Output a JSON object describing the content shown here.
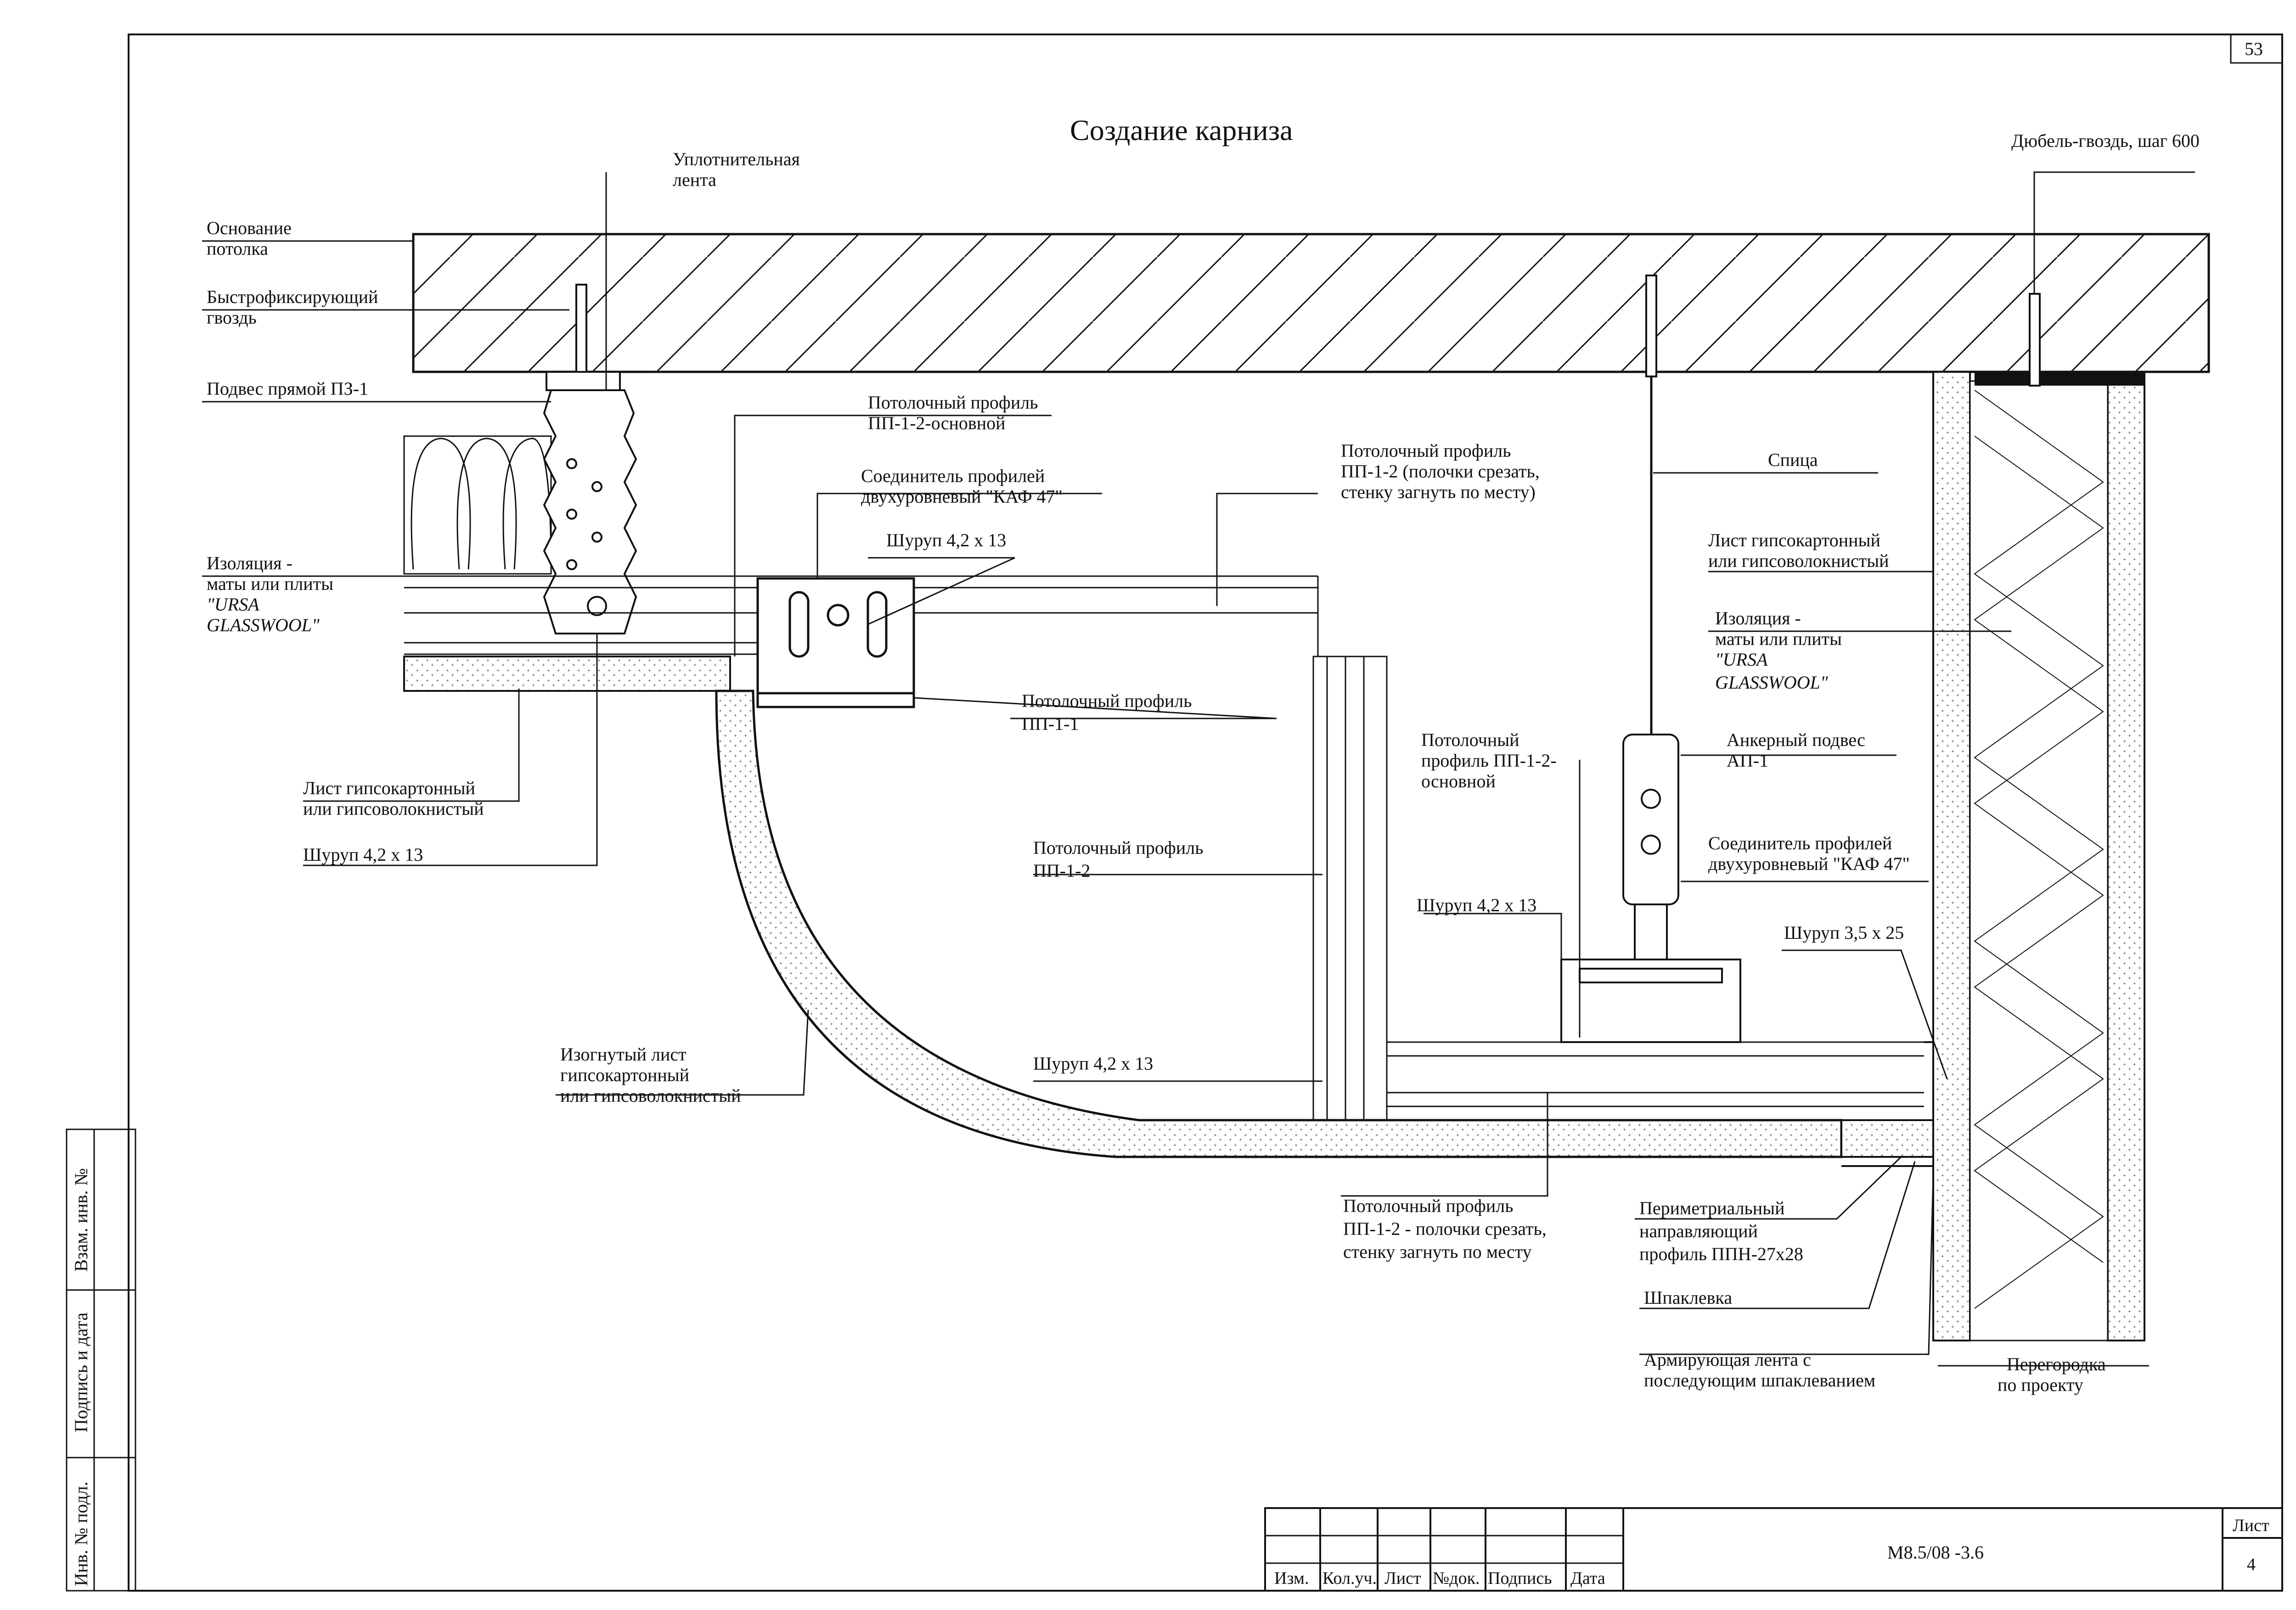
{
  "sheet_number_top": "53",
  "title": "Создание карниза",
  "labels": {
    "seal_tape": [
      "Уплотнительная",
      "лента"
    ],
    "ceiling_base": [
      "Основание",
      "потолка"
    ],
    "quick_nail": [
      "Быстрофиксирующий",
      "гвоздь"
    ],
    "hanger_p3": "Подвес прямой ПЗ-1",
    "insulation_left": [
      "Изоляция -",
      "маты или плиты",
      "\"URSA",
      "GLASSWOOL\""
    ],
    "gypsum_left": [
      "Лист гипсокартонный",
      "или гипсоволокнистый"
    ],
    "screw_left": "Шуруп 4,2 х 13",
    "profile_main_top": [
      "Потолочный профиль",
      "ПП-1-2-основной"
    ],
    "connector_top": [
      "Соединитель профилей",
      "двухуровневый \"КАФ 47\""
    ],
    "screw_connector": "Шуруп 4,2 х 13",
    "profile_cut_top": [
      "Потолочный профиль",
      "ПП-1-2 (полочки срезать,",
      "стенку загнуть по месту)"
    ],
    "profile_pp11": [
      "Потолочный профиль",
      "ПП-1-1"
    ],
    "profile_pp12_vert": [
      "Потолочный профиль",
      "ПП-1-2"
    ],
    "bent_sheet": [
      "Изогнутый лист",
      "гипсокартонный",
      "или гипсоволокнистый"
    ],
    "screw_bottom": "Шуруп 4,2 х 13",
    "profile_cut_bottom": [
      "Потолочный профиль",
      "ПП-1-2 - полочки срезать,",
      "стенку загнуть по месту"
    ],
    "dowel_nail": "Дюбель-гвоздь, шаг 600",
    "spoke": "Спица",
    "gypsum_right": [
      "Лист гипсокартонный",
      "или гипсоволокнистый"
    ],
    "insulation_right": [
      "Изоляция -",
      "маты или плиты",
      "\"URSA",
      "GLASSWOOL\""
    ],
    "profile_main_right": [
      "Потолочный",
      "профиль ПП-1-2-",
      "основной"
    ],
    "anchor_hanger": [
      "Анкерный подвес",
      "АП-1"
    ],
    "connector_right": [
      "Соединитель профилей",
      "двухуровневый \"КАФ 47\""
    ],
    "screw_right": "Шуруп 4,2 х 13",
    "screw_35": "Шуруп 3,5 х 25",
    "perimeter_profile": [
      "Периметриальный",
      "направляющий",
      "профиль ППН-27х28"
    ],
    "putty": "Шпаклевка",
    "reinforcing_tape": [
      "Армирующая лента с",
      "последующим шпаклеванием"
    ],
    "partition": [
      "Перегородка",
      "по проекту"
    ]
  },
  "side_stamp": [
    "Инв. № подл.",
    "Подпись и дата",
    "Взам. инв. №"
  ],
  "title_block": {
    "columns": [
      "Изм.",
      "Кол.уч.",
      "Лист",
      "№док.",
      "Подпись",
      "Дата"
    ],
    "code": "М8.5/08 -3.6",
    "sheet_label": "Лист",
    "sheet_value": "4"
  }
}
